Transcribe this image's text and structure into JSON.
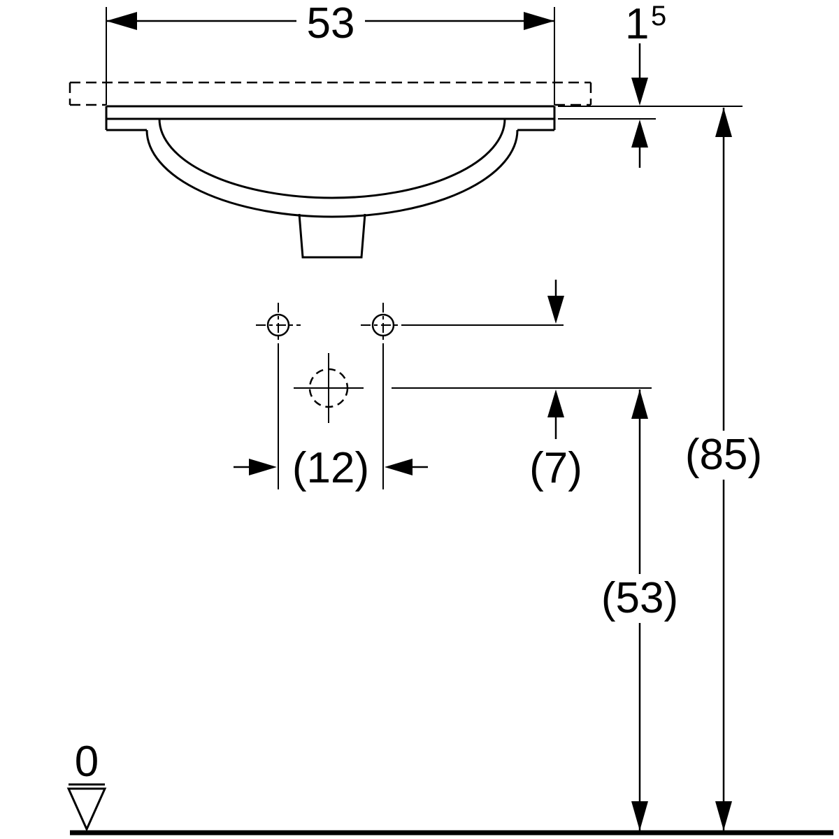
{
  "drawing": {
    "labels": {
      "width": "53",
      "thickness_base": "1",
      "thickness_sup": "5",
      "total_height": "(85)",
      "drain_height": "(53)",
      "hole_spacing": "(12)",
      "drain_offset": "(7)",
      "datum_zero": "0"
    },
    "colors": {
      "line": "#000000",
      "background": "#ffffff"
    }
  }
}
